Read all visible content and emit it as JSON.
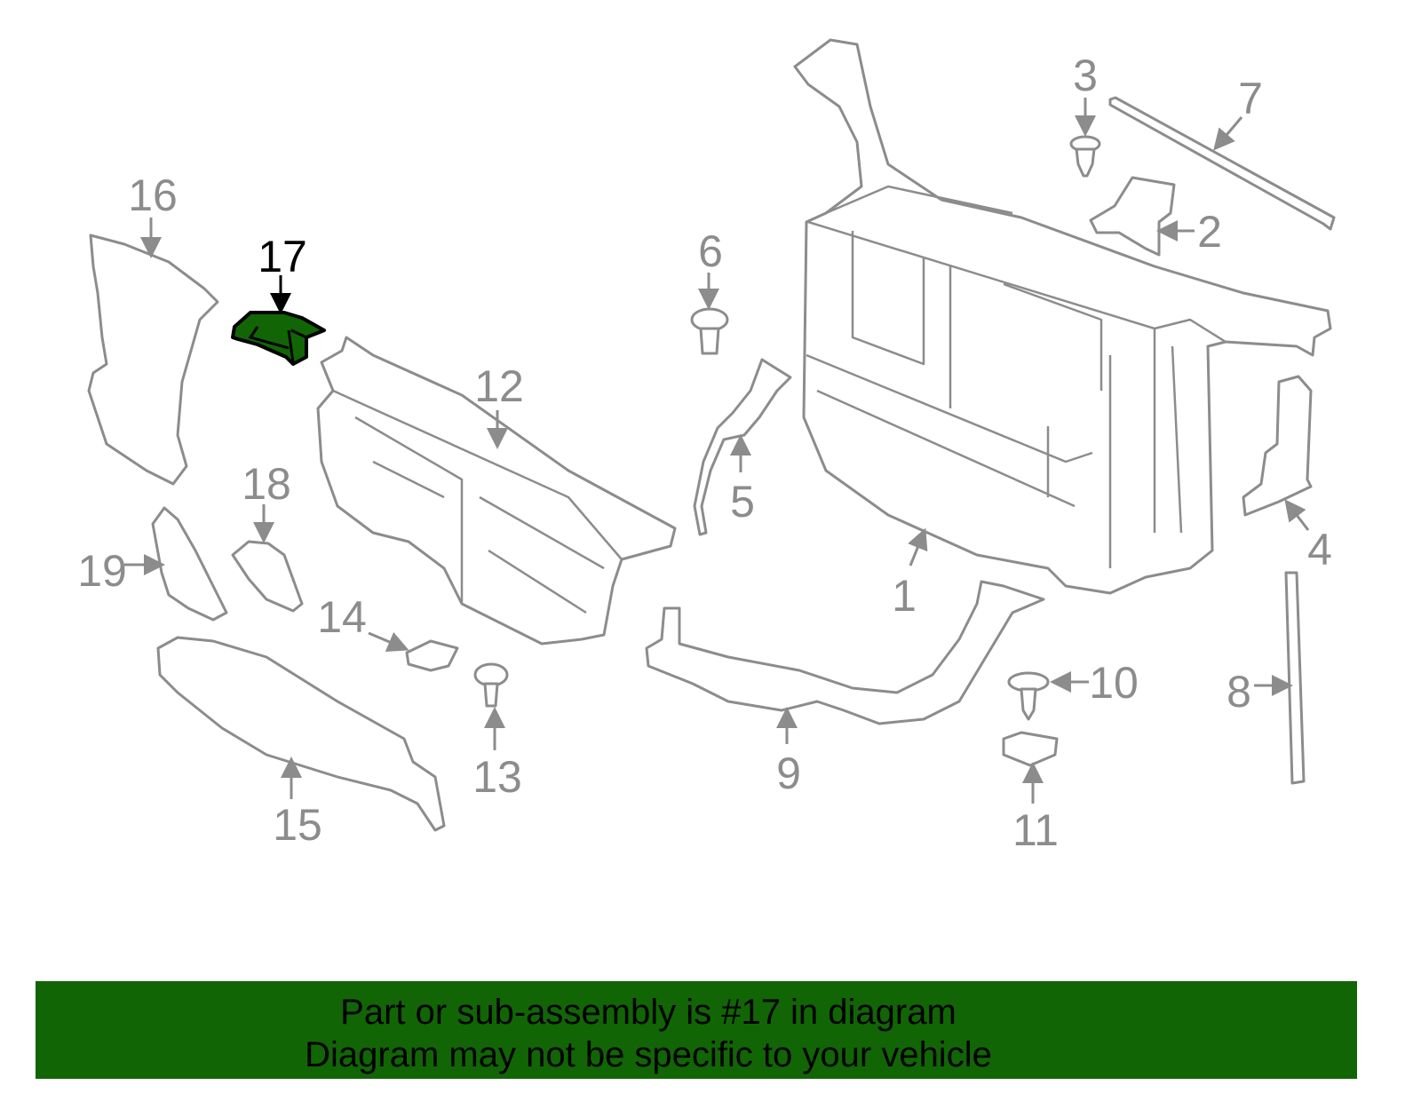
{
  "diagram": {
    "highlight_color": "#116505",
    "highlighted_part": "17",
    "callouts": [
      "1",
      "2",
      "3",
      "4",
      "5",
      "6",
      "7",
      "8",
      "9",
      "10",
      "11",
      "12",
      "13",
      "14",
      "15",
      "16",
      "17",
      "18",
      "19"
    ]
  },
  "banner": {
    "line1": "Part or sub-assembly is #17 in diagram",
    "line2": "Diagram may not be specific to your vehicle",
    "color": "#116505"
  }
}
